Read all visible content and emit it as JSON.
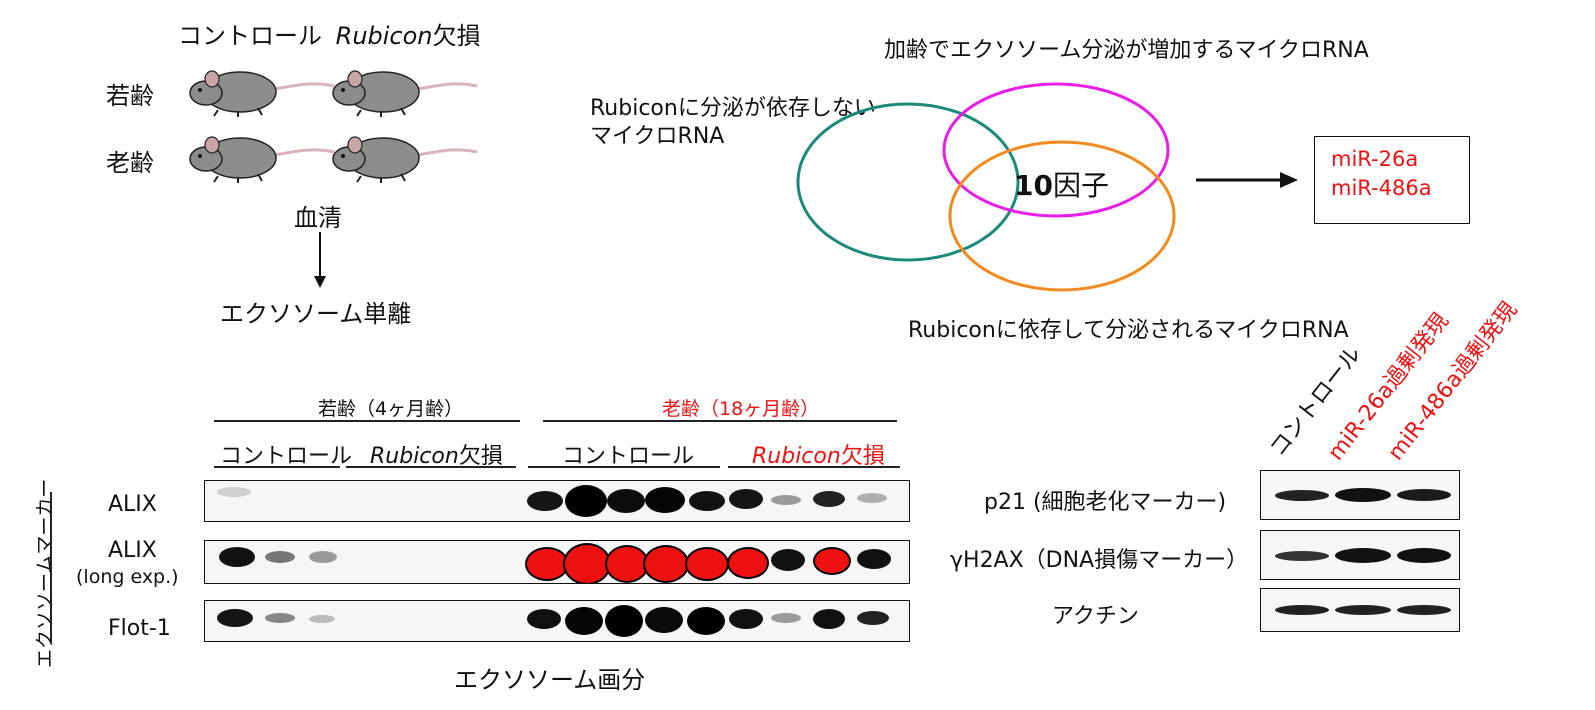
{
  "top_left": {
    "header_control": "コントロール",
    "header_rubicon": "Rubicon",
    "header_deficient": "欠損",
    "row_young": "若齢",
    "row_old": "老齢",
    "serum": "血清",
    "exosome_isolation": "エクソソーム単離"
  },
  "venn": {
    "top_label": "加齢でエクソソーム分泌が増加するマイクロRNA",
    "left_label_line1": "Rubiconに分泌が依存しない",
    "left_label_line2": "マイクロRNA",
    "bottom_label": "Rubiconに依存して分泌されるマイクロRNA",
    "center_num": "10",
    "center_text": "因子",
    "colors": {
      "left": "#1b8a7a",
      "top": "#e81ee8",
      "bottom": "#f28a1e"
    },
    "result": [
      "miR-26a",
      "miR-486a"
    ]
  },
  "blot_left": {
    "group_young": "若齢（4ヶ月齢）",
    "group_old": "老齢（18ヶ月齢）",
    "sub_control_young": "コントロール",
    "sub_rubicon_young": "Rubicon",
    "sub_deficient_young": "欠損",
    "sub_control_old": "コントロール",
    "sub_rubicon_old": "Rubicon",
    "sub_deficient_old": "欠損",
    "row_labels": [
      "ALIX",
      "ALIX",
      "(long exp.)",
      "Flot-1"
    ],
    "side_label": "エクソソームマーカー",
    "bottom_label": "エクソソーム画分"
  },
  "blot_right": {
    "lane_labels": [
      "コントロール",
      "miR-26a過剰発現",
      "miR-486a過剰発現"
    ],
    "row_labels": [
      "p21 (細胞老化マーカー)",
      "γH2AX（DNA損傷マーカー）",
      "アクチン"
    ]
  }
}
